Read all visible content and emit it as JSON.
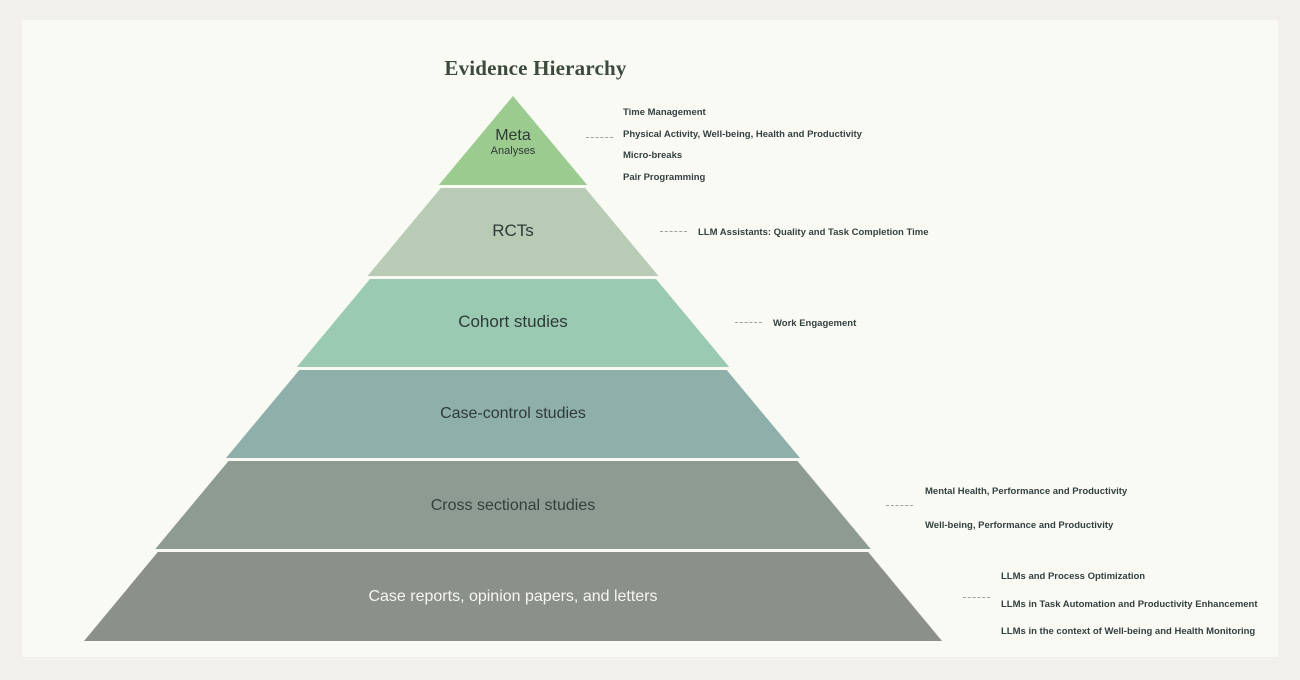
{
  "chart_data": {
    "type": "pyramid",
    "title": "Evidence Hierarchy",
    "xlabel": "",
    "ylabel": "",
    "grid": false,
    "legend": "none",
    "colors": {
      "page_background": "#f2f0ec",
      "card_background": "#fafaf5",
      "title": "#3c4a3b",
      "tier_divider": "#fafaf5",
      "connector": "#9aa39c",
      "label_dark": "#2f3a38",
      "label_light": "#f5f7f2"
    },
    "levels": [
      {
        "rank": 1,
        "label": "Meta",
        "sublabel": "Analyses",
        "color": "#9ccb90",
        "label_color": "#2f3a38",
        "font_size": 16,
        "sub_font_size": 11,
        "annotations": [
          "Time Management",
          "Physical Activity, Well-being, Health and Productivity",
          "Micro-breaks",
          "Pair Programming"
        ]
      },
      {
        "rank": 2,
        "label": "RCTs",
        "sublabel": "",
        "color": "#b8cbb4",
        "label_color": "#2f3a38",
        "font_size": 17,
        "sub_font_size": 0,
        "annotations": [
          "LLM Assistants: Quality and Task Completion Time"
        ]
      },
      {
        "rank": 3,
        "label": "Cohort studies",
        "sublabel": "",
        "color": "#9bcab2",
        "label_color": "#2f3a38",
        "font_size": 17,
        "sub_font_size": 0,
        "annotations": [
          "Work Engagement"
        ]
      },
      {
        "rank": 4,
        "label": "Case-control studies",
        "sublabel": "",
        "color": "#8fb0aa",
        "label_color": "#2f3a38",
        "font_size": 16,
        "sub_font_size": 0,
        "annotations": []
      },
      {
        "rank": 5,
        "label": "Cross sectional studies",
        "sublabel": "",
        "color": "#8d9b92",
        "label_color": "#32403c",
        "font_size": 16,
        "sub_font_size": 0,
        "annotations": [
          "Mental Health, Performance and Productivity",
          "Well-being, Performance and Productivity"
        ]
      },
      {
        "rank": 6,
        "label": "Case reports, opinion papers, and letters",
        "sublabel": "",
        "color": "#8b918a",
        "label_color": "#f5f7f2",
        "font_size": 16,
        "sub_font_size": 0,
        "annotations": [
          "LLMs and Process Optimization",
          "LLMs in Task Automation and Productivity Enhancement",
          "LLMs in the context of Well-being and Health Monitoring"
        ]
      }
    ]
  }
}
